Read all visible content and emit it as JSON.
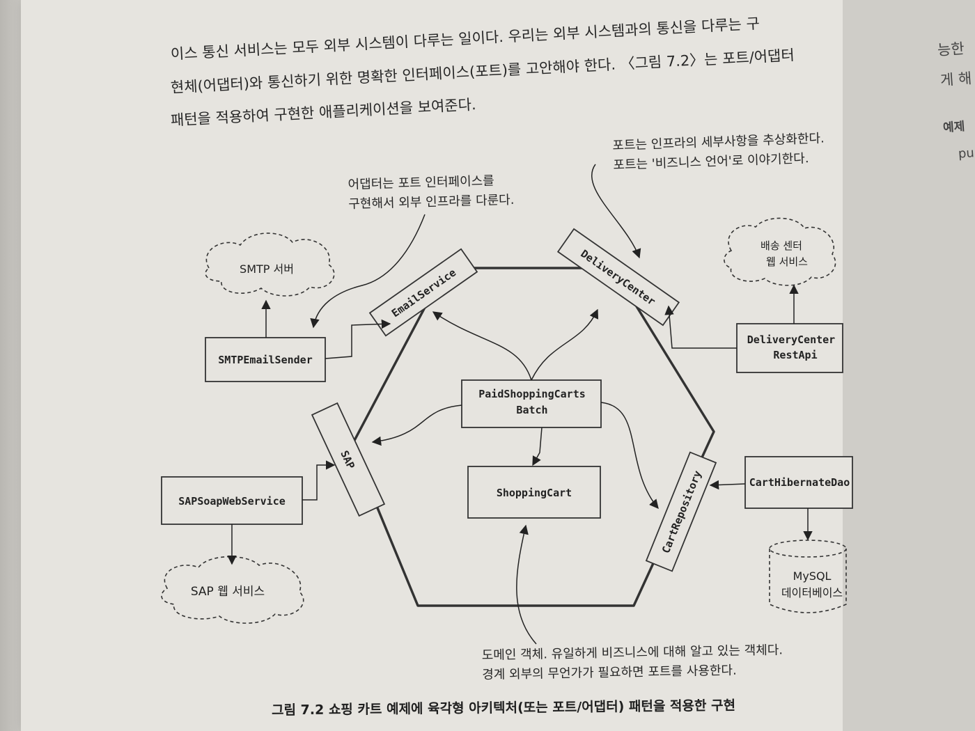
{
  "paragraph": [
    "이스 통신 서비스는 모두 외부 시스템이 다루는 일이다. 우리는 외부 시스템과의 통신을 다루는 구",
    "현체(어댑터)와 통신하기 위한 명확한 인터페이스(포트)를 고안해야 한다. 〈그림 7.2〉는 포트/어댑터",
    "패턴을 적용하여 구현한 애플리케이션을 보여준다."
  ],
  "next_page": [
    "능한",
    "게 해",
    "예제",
    "pu"
  ],
  "annotations": {
    "port": [
      "포트는 인프라의 세부사항을 추상화한다.",
      "포트는 '비즈니스 언어'로 이야기한다."
    ],
    "adapter": [
      "어댑터는 포트 인터페이스를",
      "구현해서 외부 인프라를 다룬다."
    ],
    "domain": [
      "도메인 객체. 유일하게 비즈니스에 대해 알고 있는 객체다.",
      "경계 외부의 무언가가 필요하면 포트를 사용한다."
    ]
  },
  "clouds": {
    "smtp": "SMTP 서버",
    "delivery": [
      "배송 센터",
      "웹 서비스"
    ],
    "sap": "SAP 웹 서비스"
  },
  "database": [
    "MySQL",
    "데이터베이스"
  ],
  "ports": {
    "email": "EmailService",
    "delivery": "DeliveryCenter",
    "sap": "SAP",
    "cart_repo": "CartRepository"
  },
  "adapters": {
    "smtp_sender": "SMTPEmailSender",
    "delivery_api": [
      "DeliveryCenter",
      "RestApi"
    ],
    "sap_soap": "SAPSoapWebService",
    "cart_dao": "CartHibernateDao"
  },
  "core": {
    "batch": [
      "PaidShoppingCarts",
      "Batch"
    ],
    "cart": "ShoppingCart"
  },
  "caption": "그림 7.2  쇼핑 카트 예제에 육각형 아키텍처(또는 포트/어댑터) 패턴을 적용한 구현"
}
